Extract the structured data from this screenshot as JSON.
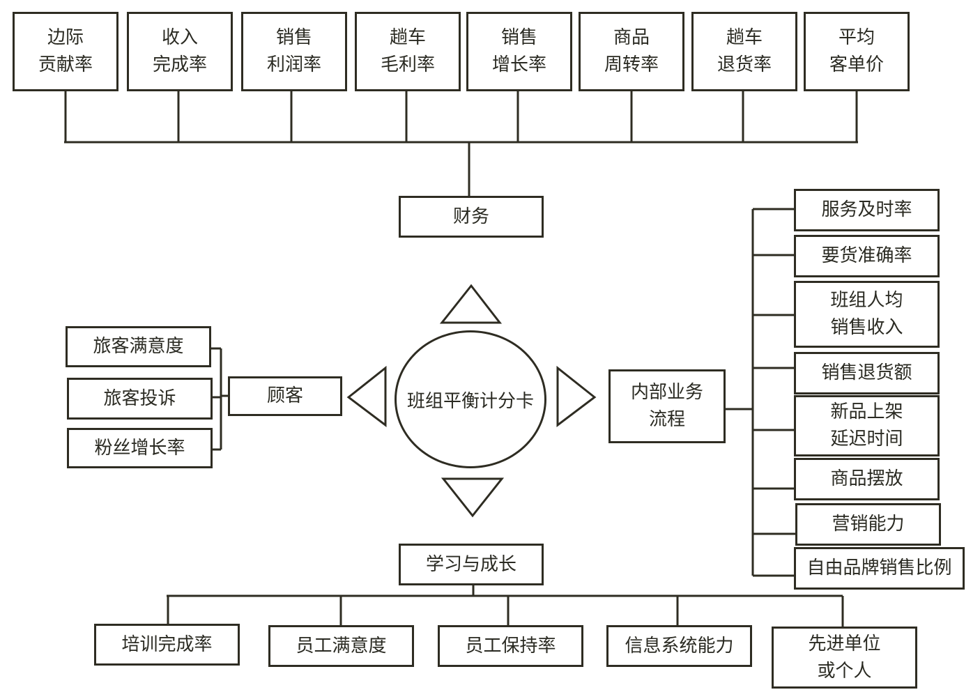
{
  "center": "班组平衡计分卡",
  "finance": {
    "title": "财务",
    "items": [
      [
        "边际",
        "贡献率"
      ],
      [
        "收入",
        "完成率"
      ],
      [
        "销售",
        "利润率"
      ],
      [
        "趟车",
        "毛利率"
      ],
      [
        "销售",
        "增长率"
      ],
      [
        "商品",
        "周转率"
      ],
      [
        "趟车",
        "退货率"
      ],
      [
        "平均",
        "客单价"
      ]
    ]
  },
  "customer": {
    "title": "顾客",
    "items": [
      "旅客满意度",
      "旅客投诉",
      "粉丝增长率"
    ]
  },
  "internal": {
    "title": [
      "内部业务",
      "流程"
    ],
    "items": [
      [
        "服务及时率"
      ],
      [
        "要货准确率"
      ],
      [
        "班组人均",
        "销售收入"
      ],
      [
        "销售退货额"
      ],
      [
        "新品上架",
        "延迟时间"
      ],
      [
        "商品摆放"
      ],
      [
        "营销能力"
      ],
      [
        "自由品牌销售比例"
      ]
    ]
  },
  "learning": {
    "title": "学习与成长",
    "items": [
      [
        "培训完成率"
      ],
      [
        "员工满意度"
      ],
      [
        "员工保持率"
      ],
      [
        "信息系统能力"
      ],
      [
        "先进单位",
        "或个人"
      ]
    ]
  }
}
